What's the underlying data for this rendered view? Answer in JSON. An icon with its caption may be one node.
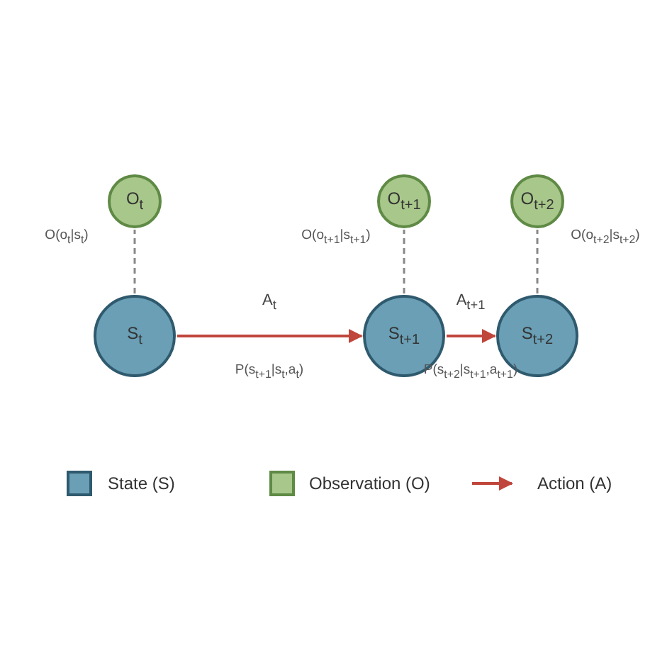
{
  "diagram": {
    "nodes": [
      {
        "text": [
          "O$_{t}$"
        ]
      },
      {
        "text": [
          "O$_{t+1}$"
        ]
      },
      {
        "text": [
          "O$_{t+2}$"
        ]
      },
      {
        "text": [
          "S$_{t}$"
        ]
      },
      {
        "text": [
          "S$_{t+1}$"
        ]
      },
      {
        "text": [
          "S$_{t+2}$"
        ]
      }
    ],
    "edges": [
      {
        "from": 3,
        "to": 0,
        "arrow": "none",
        "style": "dashed",
        "label": "O(o$_{t}$|s$_{t}$)"
      },
      {
        "from": 4,
        "to": 1,
        "arrow": "none",
        "style": "dashed",
        "label": "O(o$_{t+1}$|s$_{t+1}$)"
      },
      {
        "from": 5,
        "to": 2,
        "arrow": "none",
        "style": "dashed",
        "label": "O(o$_{t+2}$|s$_{t+2}$)"
      },
      {
        "from": 3,
        "to": 4,
        "arrow": "to",
        "color": "#c0463b",
        "label": "A$_{t}$"
      },
      {
        "from": 4,
        "to": 5,
        "arrow": "to",
        "color": "#c0463b",
        "label": "A$_{t+1}$"
      }
    ],
    "labels": [
      "P(s$_{t+1}$|s$_{t}$,a$_{t}$)",
      "P(s$_{t+2}$|s$_{t+1}$,a$_{t+1}$)"
    ],
    "legend": [
      {
        "text": "State (S)",
        "color": "#6a9fb5"
      },
      {
        "text": "Observation (O)",
        "color": "#a8c78a"
      },
      {
        "text": "Action (A)"
      }
    ]
  }
}
